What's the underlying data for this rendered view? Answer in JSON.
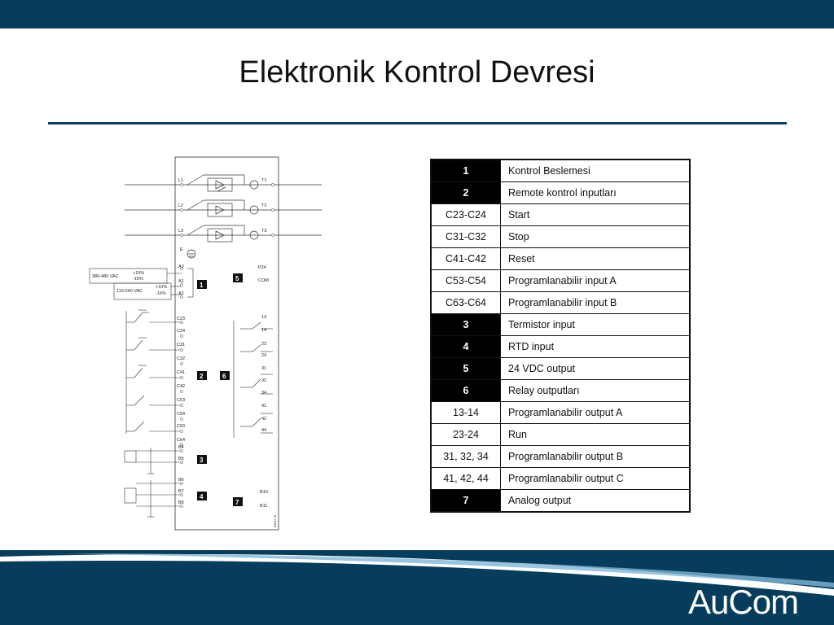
{
  "slide": {
    "title": "Elektronik Kontrol Devresi",
    "logo_text": "AuCom",
    "colors": {
      "header": "#063c5c",
      "rule": "#0b4466",
      "footer": "#063c5c"
    }
  },
  "table": {
    "rows": [
      {
        "code": "1",
        "desc": "Kontrol Beslemesi",
        "dark": true
      },
      {
        "code": "2",
        "desc": "Remote kontrol inputları",
        "dark": true
      },
      {
        "code": "C23-C24",
        "desc": "Start",
        "dark": false
      },
      {
        "code": "C31-C32",
        "desc": "Stop",
        "dark": false
      },
      {
        "code": "C41-C42",
        "desc": "Reset",
        "dark": false
      },
      {
        "code": "C53-C54",
        "desc": "Programlanabilir input A",
        "dark": false
      },
      {
        "code": "C63-C64",
        "desc": "Programlanabilir input B",
        "dark": false
      },
      {
        "code": "3",
        "desc": "Termistor input",
        "dark": true
      },
      {
        "code": "4",
        "desc": "RTD input",
        "dark": true
      },
      {
        "code": "5",
        "desc": "24 VDC output",
        "dark": true
      },
      {
        "code": "6",
        "desc": "Relay outputları",
        "dark": true
      },
      {
        "code": "13-14",
        "desc": "Programlanabilir output A",
        "dark": false
      },
      {
        "code": "23-24",
        "desc": "Run",
        "dark": false
      },
      {
        "code": "31, 32, 34",
        "desc": "Programlanabilir output B",
        "dark": false
      },
      {
        "code": "41, 42, 44",
        "desc": "Programlanabilir output C",
        "dark": false
      },
      {
        "code": "7",
        "desc": "Analog output",
        "dark": true
      }
    ]
  },
  "diagram": {
    "left_terminals": [
      "L1",
      "L2",
      "L3",
      "E",
      "A3",
      "A1",
      "A2",
      "C23",
      "C24",
      "C31",
      "C32",
      "C41",
      "C42",
      "C53",
      "C54",
      "C63",
      "C64",
      "B4",
      "B5",
      "B6",
      "B7",
      "B8"
    ],
    "right_terminals": [
      "T1",
      "T2",
      "T3",
      "P24",
      "COM",
      "13",
      "14",
      "23",
      "24",
      "31",
      "32",
      "34",
      "41",
      "42",
      "44",
      "B10",
      "B11"
    ],
    "supply_labels": {
      "high_range": "380-480 VAC",
      "high_tol_plus": "+10%",
      "high_tol_minus": "-15%",
      "low_range": "110-240 VAC",
      "low_tol_plus": "+10%",
      "low_tol_minus": "-15%"
    },
    "tags": [
      "1",
      "2",
      "3",
      "4",
      "5",
      "6",
      "7"
    ],
    "part_code": "04077-A"
  }
}
